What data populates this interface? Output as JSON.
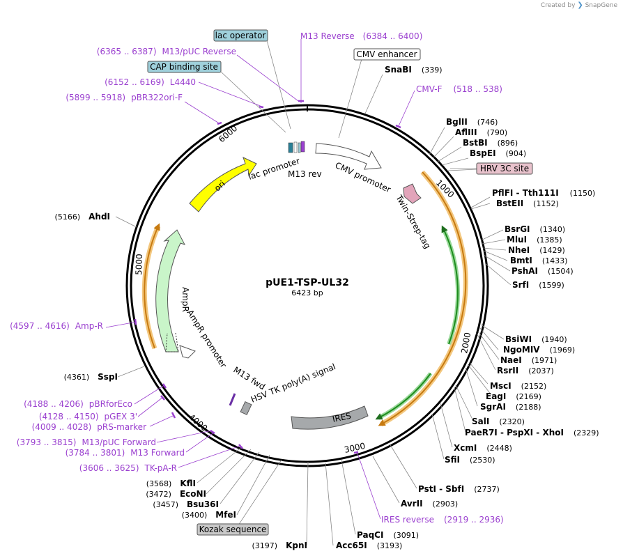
{
  "watermark": {
    "prefix": "Created by",
    "brand": "SnapGene"
  },
  "plasmid": {
    "name": "pUE1-TSP-UL32",
    "size_label": "6423 bp",
    "length": 6423
  },
  "colors": {
    "enzyme": "#000000",
    "primer": "#9a3fcf",
    "ori": "#ffff00",
    "ampr": "#c9f5c9",
    "ires": "#a6a9ab",
    "orange": "#f0a030",
    "green": "#1e8c1e",
    "pink": "#e2a4ba",
    "lac_box": "#9fd0db",
    "cap_box": "#9fd0db",
    "hrv_box": "#e8c2cc",
    "kozak_box": "#c9c9c9"
  },
  "ticks": [
    "1000",
    "2000",
    "3000",
    "4000",
    "5000",
    "6000"
  ],
  "features": [
    {
      "label": "ori",
      "kind": "ori"
    },
    {
      "label": "lac promoter",
      "kind": "text"
    },
    {
      "label": "M13 rev",
      "kind": "text"
    },
    {
      "label": "CMV promoter",
      "kind": "text"
    },
    {
      "label": "Twin-Strep-tag",
      "kind": "text"
    },
    {
      "label": "AmpR",
      "kind": "text"
    },
    {
      "label": "AmpR promoter",
      "kind": "text"
    },
    {
      "label": "M13 fwd",
      "kind": "text"
    },
    {
      "label": "HSV TK poly(A) signal",
      "kind": "text"
    },
    {
      "label": "IRES",
      "kind": "ires"
    }
  ],
  "boxed_labels": [
    {
      "text": "lac operator",
      "kind": "lac"
    },
    {
      "text": "CMV enhancer",
      "kind": "plain"
    },
    {
      "text": "CAP binding site",
      "kind": "cap"
    },
    {
      "text": "HRV 3C site",
      "kind": "hrv"
    },
    {
      "text": "Kozak sequence",
      "kind": "kozak"
    }
  ],
  "enzymes_right": [
    {
      "name": "SnaBI",
      "pos": "(339)"
    },
    {
      "name": "BglII",
      "pos": "(746)"
    },
    {
      "name": "AflIII",
      "pos": "(790)"
    },
    {
      "name": "BstBI",
      "pos": "(896)"
    },
    {
      "name": "BspEI",
      "pos": "(904)"
    },
    {
      "name": "PflFI  -  Tth111I",
      "pos": "(1150)"
    },
    {
      "name": "BstEII",
      "pos": "(1152)"
    },
    {
      "name": "BsrGI",
      "pos": "(1340)"
    },
    {
      "name": "MluI",
      "pos": "(1385)"
    },
    {
      "name": "NheI",
      "pos": "(1429)"
    },
    {
      "name": "BmtI",
      "pos": "(1433)"
    },
    {
      "name": "PshAI",
      "pos": "(1504)"
    },
    {
      "name": "SrfI",
      "pos": "(1599)"
    },
    {
      "name": "BsiWI",
      "pos": "(1940)"
    },
    {
      "name": "NgoMIV",
      "pos": "(1969)"
    },
    {
      "name": "NaeI",
      "pos": "(1971)"
    },
    {
      "name": "RsrII",
      "pos": "(2037)"
    },
    {
      "name": "MscI",
      "pos": "(2152)"
    },
    {
      "name": "EagI",
      "pos": "(2169)"
    },
    {
      "name": "SgrAI",
      "pos": "(2188)"
    },
    {
      "name": "SalI",
      "pos": "(2320)"
    },
    {
      "name": "PaeR7I  -  PspXI  -  XhoI",
      "pos": "(2329)"
    },
    {
      "name": "XcmI",
      "pos": "(2448)"
    },
    {
      "name": "SfiI",
      "pos": "(2530)"
    },
    {
      "name": "PstI  -  SbfI",
      "pos": "(2737)"
    },
    {
      "name": "AvrII",
      "pos": "(2903)"
    },
    {
      "name": "PaqCI",
      "pos": "(3091)"
    },
    {
      "name": "Acc65I",
      "pos": "(3193)"
    }
  ],
  "enzymes_left": [
    {
      "name": "AhdI",
      "pos": "(5166)"
    },
    {
      "name": "SspI",
      "pos": "(4361)"
    },
    {
      "name": "KflI",
      "pos": "(3568)"
    },
    {
      "name": "EcoNI",
      "pos": "(3472)"
    },
    {
      "name": "Bsu36I",
      "pos": "(3457)"
    },
    {
      "name": "MfeI",
      "pos": "(3400)"
    },
    {
      "name": "KpnI",
      "pos": "(3197)"
    }
  ],
  "primers": [
    {
      "name": "M13 Reverse",
      "range": "(6384 .. 6400)",
      "order": "name-first"
    },
    {
      "name": "M13/pUC Reverse",
      "range": "(6365 .. 6387)",
      "order": "range-first"
    },
    {
      "name": "L4440",
      "range": "(6152 .. 6169)",
      "order": "range-first"
    },
    {
      "name": "pBR322ori-F",
      "range": "(5899 .. 5918)",
      "order": "range-first"
    },
    {
      "name": "CMV-F",
      "range": "(518 .. 538)",
      "order": "name-first"
    },
    {
      "name": "Amp-R",
      "range": "(4597 .. 4616)",
      "order": "range-first"
    },
    {
      "name": "pBRforEco",
      "range": "(4188 .. 4206)",
      "order": "range-first"
    },
    {
      "name": "pGEX 3'",
      "range": "(4128 .. 4150)",
      "order": "range-first"
    },
    {
      "name": "pRS-marker",
      "range": "(4009 .. 4028)",
      "order": "range-first"
    },
    {
      "name": "M13/pUC Forward",
      "range": "(3793 .. 3815)",
      "order": "range-first"
    },
    {
      "name": "M13 Forward",
      "range": "(3784 .. 3801)",
      "order": "range-first"
    },
    {
      "name": "TK-pA-R",
      "range": "(3606 .. 3625)",
      "order": "range-first"
    },
    {
      "name": "IRES reverse",
      "range": "(2919 .. 2936)",
      "order": "name-first"
    }
  ]
}
